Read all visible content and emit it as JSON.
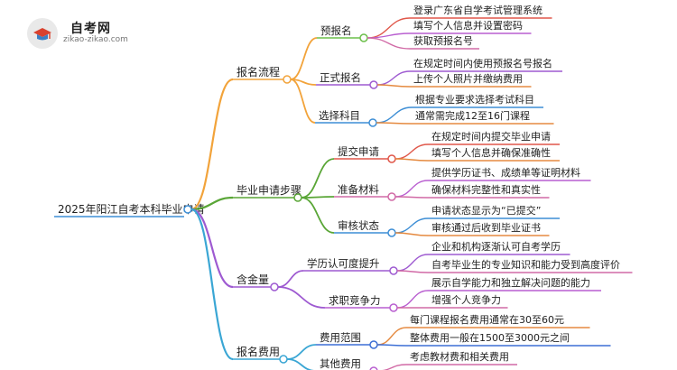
{
  "logo": {
    "title": "自考网",
    "url": "zikao-zikao.com"
  },
  "root": {
    "label": "2025年阳江自考本科毕业申请"
  },
  "branches": [
    {
      "label": "报名流程",
      "color": "#f2a33a",
      "children": [
        {
          "label": "预报名",
          "color": "#6cbf4a",
          "leaves": [
            {
              "label": "登录广东省自学考试管理系统",
              "color": "#e0574a"
            },
            {
              "label": "填写个人信息并设置密码",
              "color": "#b95fd0"
            },
            {
              "label": "获取预报名号",
              "color": "#d16aa6"
            }
          ]
        },
        {
          "label": "正式报名",
          "color": "#9e5ad1",
          "leaves": [
            {
              "label": "在规定时间内使用预报名号报名",
              "color": "#9e5ad1"
            },
            {
              "label": "上传个人照片并缴纳费用",
              "color": "#e58a40"
            }
          ]
        },
        {
          "label": "选择科目",
          "color": "#3d8ed5",
          "leaves": [
            {
              "label": "根据专业要求选择考试科目",
              "color": "#3d8ed5"
            },
            {
              "label": "通常需完成12至16门课程",
              "color": "#e58a40"
            }
          ]
        }
      ]
    },
    {
      "label": "毕业申请步骤",
      "color": "#5aa637",
      "children": [
        {
          "label": "提交申请",
          "color": "#e0574a",
          "leaves": [
            {
              "label": "在规定时间内提交毕业申请",
              "color": "#e0574a"
            },
            {
              "label": "填写个人信息并确保准确性",
              "color": "#e58a40"
            }
          ]
        },
        {
          "label": "准备材料",
          "color": "#d16aa6",
          "leaves": [
            {
              "label": "提供学历证书、成绩单等证明材料",
              "color": "#b95fd0"
            },
            {
              "label": "确保材料完整性和真实性",
              "color": "#d16aa6"
            }
          ]
        },
        {
          "label": "审核状态",
          "color": "#3d8ed5",
          "leaves": [
            {
              "label": "申请状态显示为“已提交”",
              "color": "#3d8ed5"
            },
            {
              "label": "审核通过后收到毕业证书",
              "color": "#e58a40"
            }
          ]
        }
      ]
    },
    {
      "label": "含金量",
      "color": "#9e5ad1",
      "children": [
        {
          "label": "学历认可度提升",
          "color": "#9e5ad1",
          "leaves": [
            {
              "label": "企业和机构逐渐认可自考学历",
              "color": "#9e5ad1"
            },
            {
              "label": "自考毕业生的专业知识和能力受到高度评价",
              "color": "#d16aa6"
            }
          ]
        },
        {
          "label": "求职竞争力",
          "color": "#b95fd0",
          "leaves": [
            {
              "label": "展示自学能力和独立解决问题的能力",
              "color": "#b95fd0"
            },
            {
              "label": "增强个人竞争力",
              "color": "#d16aa6"
            }
          ]
        }
      ]
    },
    {
      "label": "报名费用",
      "color": "#3aa6d4",
      "children": [
        {
          "label": "费用范围",
          "color": "#3d6fd5",
          "leaves": [
            {
              "label": "每门课程报名费用通常在30至60元",
              "color": "#e58a40"
            },
            {
              "label": "整体费用一般在1500至3000元之间",
              "color": "#3d6fd5"
            }
          ]
        },
        {
          "label": "其他费用",
          "color": "#b95fd0",
          "leaves": [
            {
              "label": "考虑教材费和相关费用",
              "color": "#d16aa6"
            }
          ]
        }
      ]
    }
  ]
}
